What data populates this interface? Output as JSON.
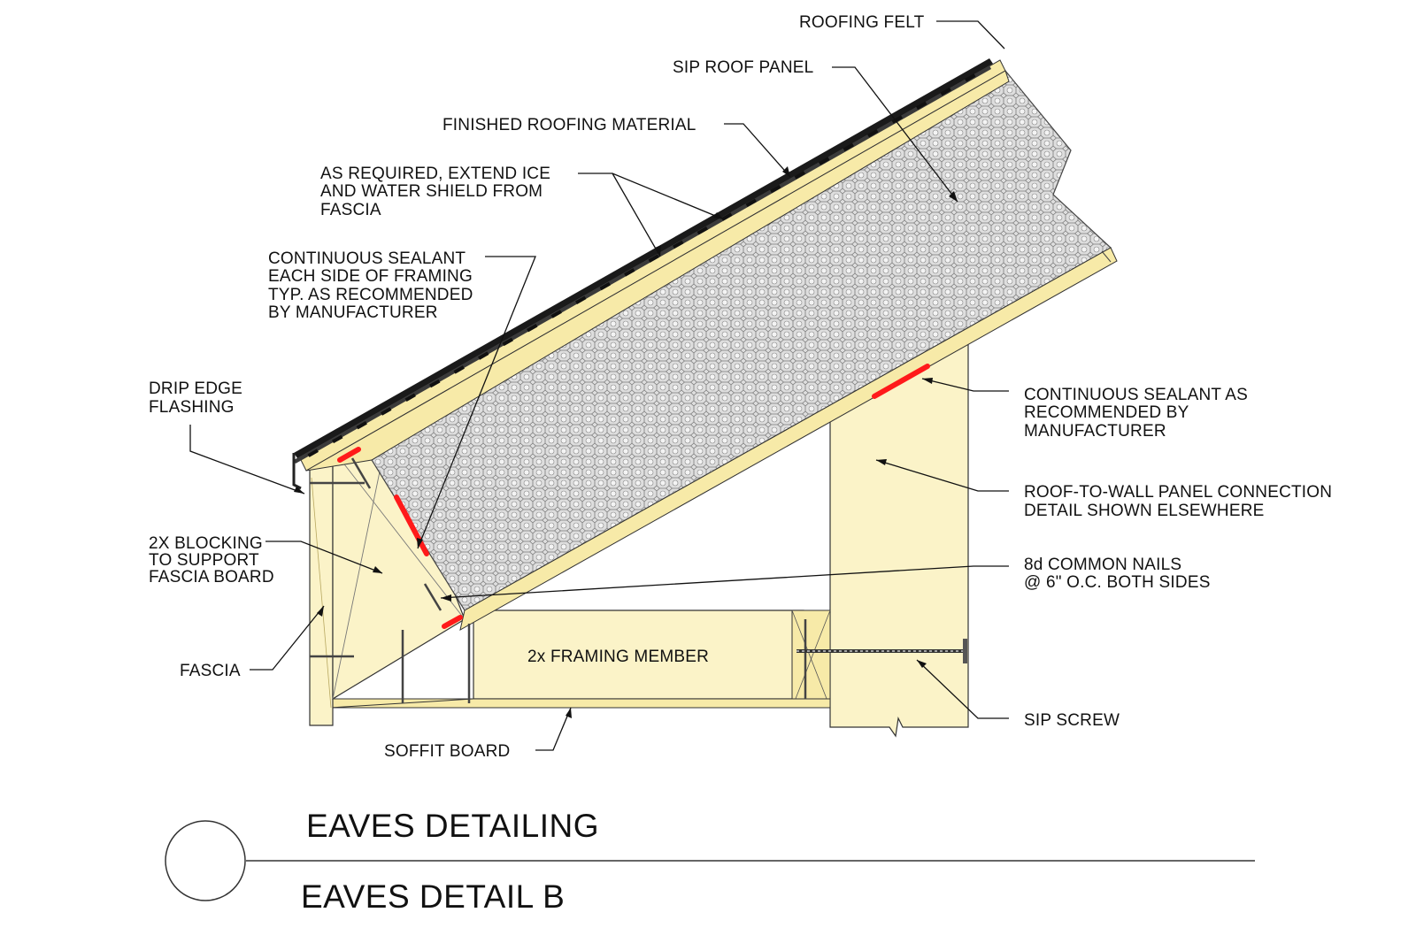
{
  "callouts": {
    "roofing_felt": "ROOFING FELT",
    "sip_roof_panel": "SIP ROOF PANEL",
    "finished_roofing": "FINISHED ROOFING MATERIAL",
    "ice_shield": [
      "AS REQUIRED, EXTEND ICE",
      "AND WATER SHIELD FROM",
      "FASCIA"
    ],
    "sealant_framing": [
      "CONTINUOUS SEALANT",
      "EACH SIDE OF FRAMING",
      "TYP. AS RECOMMENDED",
      "BY MANUFACTURER"
    ],
    "drip_edge": [
      "DRIP EDGE",
      "FLASHING"
    ],
    "blocking": [
      "2X BLOCKING",
      "TO SUPPORT",
      "FASCIA BOARD"
    ],
    "fascia": "FASCIA",
    "soffit": "SOFFIT BOARD",
    "sealant_manufacturer": [
      "CONTINUOUS SEALANT AS",
      "RECOMMENDED BY",
      "MANUFACTURER"
    ],
    "roof_to_wall": [
      "ROOF-TO-WALL PANEL CONNECTION",
      "DETAIL SHOWN ELSEWHERE"
    ],
    "nails": [
      "8d COMMON NAILS",
      "@ 6\" O.C. BOTH SIDES"
    ],
    "sip_screw": "SIP SCREW",
    "framing_member": "2x FRAMING MEMBER"
  },
  "title": {
    "main": "EAVES DETAILING",
    "sub": "EAVES DETAIL B"
  },
  "colors": {
    "wood": "#fbf3c8",
    "sealant": "#ff1a1a",
    "foam": "#d9d9d9",
    "roofing": "#1a1a1a"
  }
}
